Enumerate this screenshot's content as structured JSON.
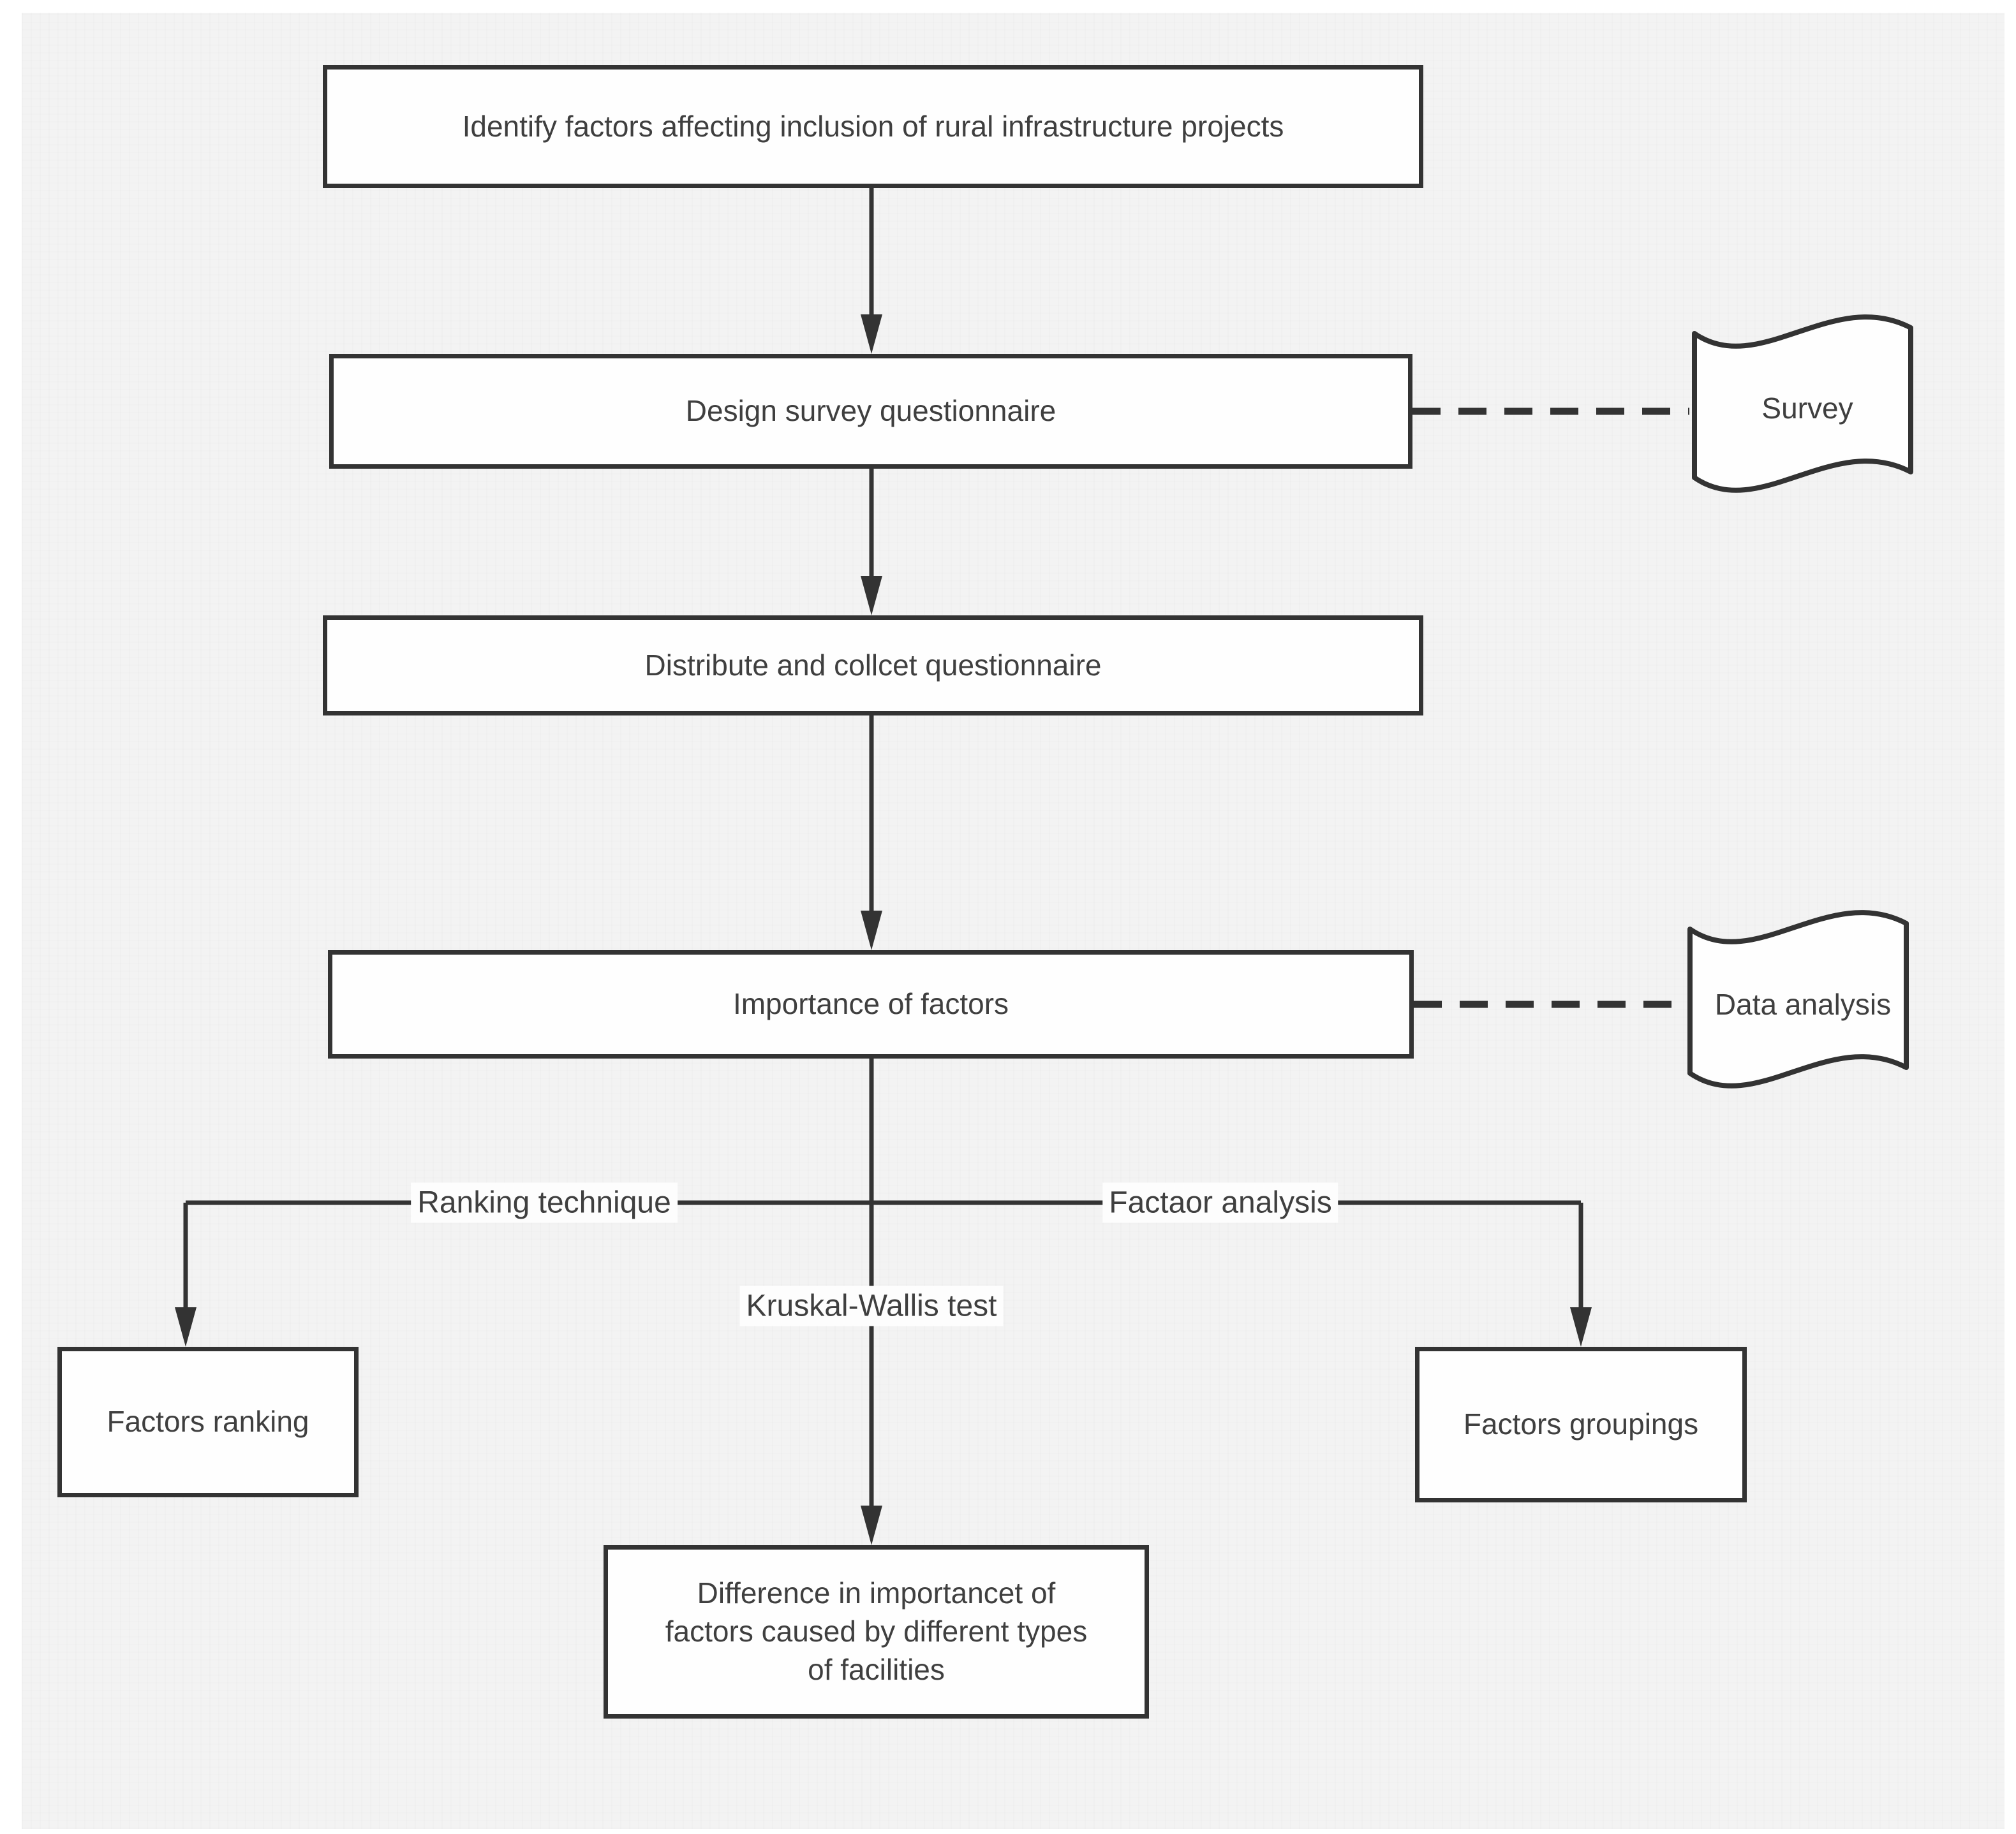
{
  "diagram": {
    "background_color": "#f3f3f3",
    "line_color": "#333333",
    "box_fill": "#fefefe",
    "text_color": "#3f3f3f",
    "boxes": {
      "identify": "Identify factors affecting inclusion of rural infrastructure projects",
      "design": "Design survey questionnaire",
      "distribute": "Distribute and collcet questionnaire",
      "importance": "Importance of factors",
      "factors_ranking": "Factors ranking",
      "factors_groupings": "Factors groupings",
      "difference_lines": [
        "Difference in importancet of",
        "factors caused by different types",
        "of facilities"
      ]
    },
    "flags": {
      "survey": "Survey",
      "data_analysis": "Data analysis"
    },
    "edge_labels": {
      "ranking_technique": "Ranking technique",
      "factor_analysis": "Factaor analysis",
      "kruskal_wallis": "Kruskal-Wallis test"
    }
  }
}
